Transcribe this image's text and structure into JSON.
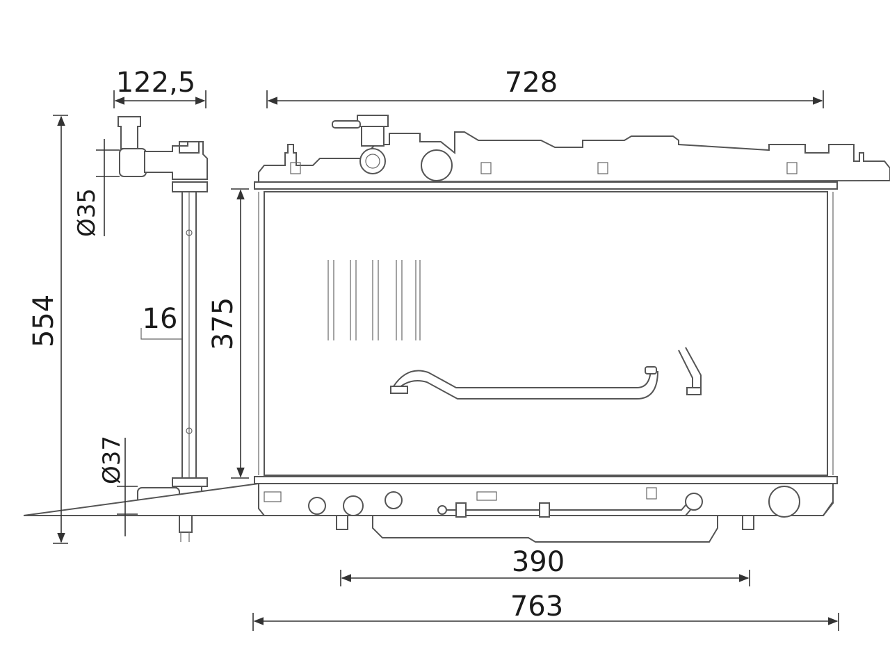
{
  "dimensions": {
    "side_width": "122,5",
    "core_width": "728",
    "total_height": "554",
    "upper_hose": "Ø35",
    "tube_thickness": "16",
    "core_height": "375",
    "lower_hose": "Ø37",
    "lower_pipe_span": "390",
    "total_width": "763"
  }
}
